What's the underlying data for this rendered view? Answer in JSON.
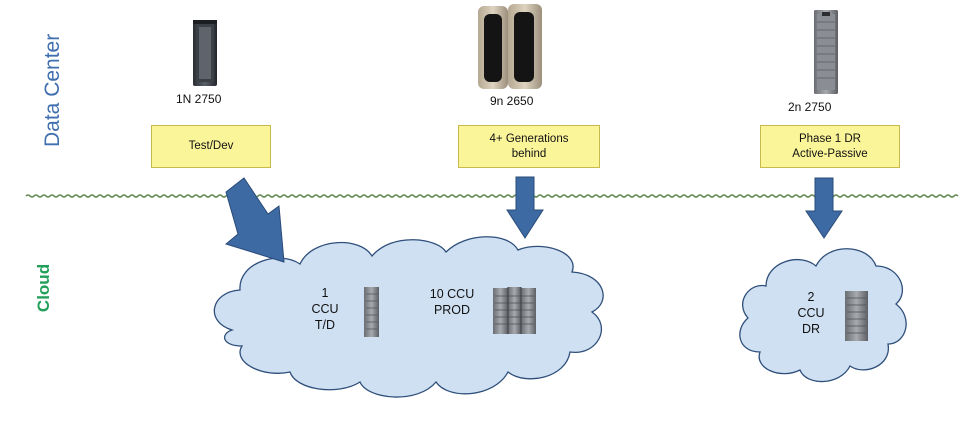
{
  "sections": {
    "data_center": "Data Center",
    "cloud": "Cloud"
  },
  "servers": [
    {
      "label": "1N 2750",
      "note": [
        "Test/Dev"
      ]
    },
    {
      "label": "9n 2650",
      "note": [
        "4+ Generations",
        "behind"
      ]
    },
    {
      "label": "2n 2750",
      "note": [
        "Phase 1 DR",
        "Active-Passive"
      ]
    }
  ],
  "clouds": [
    {
      "groups": [
        {
          "lines": [
            "1",
            "CCU",
            "T/D"
          ]
        },
        {
          "lines": [
            "10 CCU",
            "PROD"
          ]
        }
      ]
    },
    {
      "groups": [
        {
          "lines": [
            "2",
            "CCU",
            "DR"
          ]
        }
      ]
    }
  ],
  "colors": {
    "data_center_label": "#3f6fae",
    "cloud_label": "#22a05a",
    "note_fill": "#fbf59a",
    "cloud_fill": "#cfe0f3",
    "arrow_fill": "#3d6aa2",
    "divider": "#6b8f5a"
  }
}
